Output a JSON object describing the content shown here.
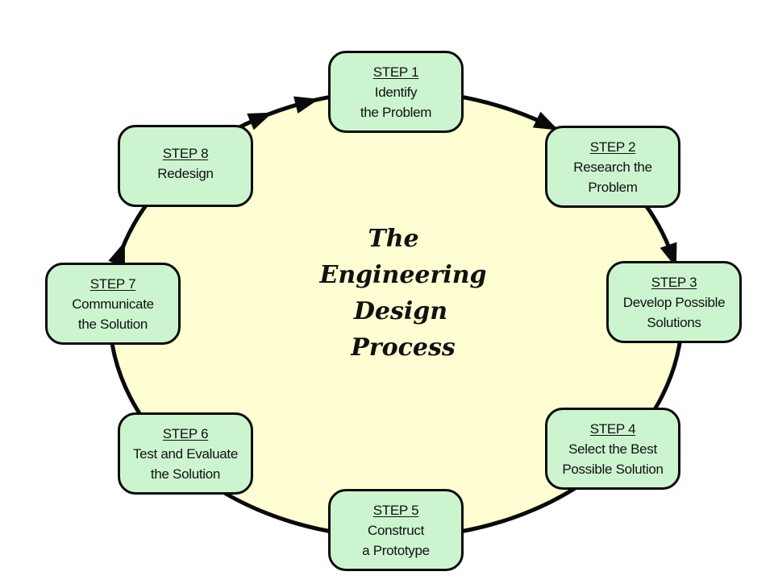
{
  "diagram": {
    "title_lines": [
      "The",
      "Engineering",
      "Design",
      "Process"
    ],
    "colors": {
      "ellipse_fill": "#fefed2",
      "box_fill": "#ccf5cf",
      "stroke": "#0a0a0a",
      "text": "#111111"
    },
    "steps": [
      {
        "title": "STEP 1",
        "lines": [
          "Identify",
          "the Problem"
        ]
      },
      {
        "title": "STEP 2",
        "lines": [
          "Research the",
          "Problem"
        ]
      },
      {
        "title": "STEP 3",
        "lines": [
          "Develop Possible",
          "Solutions"
        ]
      },
      {
        "title": "STEP 4",
        "lines": [
          "Select the Best",
          "Possible Solution"
        ]
      },
      {
        "title": "STEP 5",
        "lines": [
          "Construct",
          "a Prototype"
        ]
      },
      {
        "title": "STEP 6",
        "lines": [
          "Test and Evaluate",
          "the Solution"
        ]
      },
      {
        "title": "STEP 7",
        "lines": [
          "Communicate",
          "the Solution"
        ]
      },
      {
        "title": "STEP 8",
        "lines": [
          "Redesign"
        ]
      }
    ],
    "cycle_direction": "clockwise"
  }
}
